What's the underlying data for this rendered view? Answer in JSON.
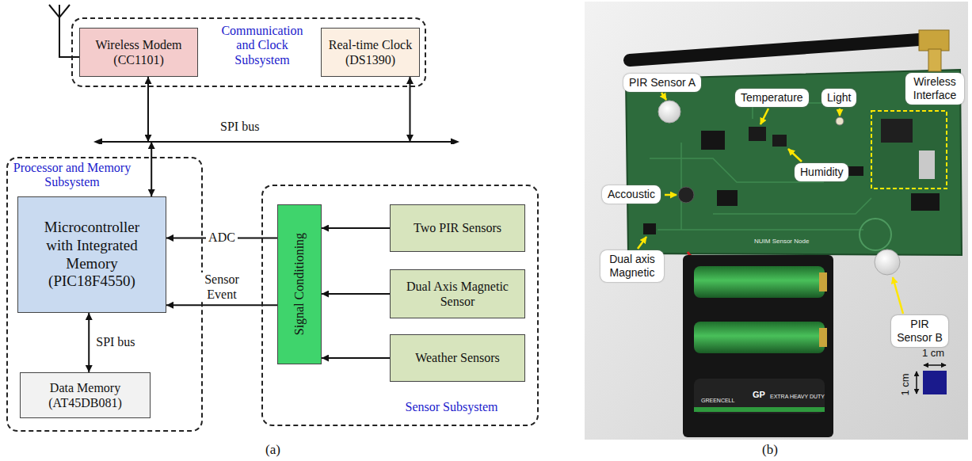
{
  "diagram": {
    "nodes": [
      {
        "text": [
          "Communication and Clock Subsystem"
        ]
      },
      {
        "text": [
          "Wireless Modem (CC1101)"
        ],
        "in": 0
      },
      {
        "text": [
          "Real-time Clock (DS1390)"
        ],
        "in": 0
      },
      {
        "text": [
          "SPI bus"
        ]
      },
      {
        "text": [
          "Processor and Memory Subsystem"
        ]
      },
      {
        "text": [
          "Microcontroller with Integrated Memory (PIC18F4550)"
        ],
        "in": 4
      },
      {
        "text": [
          "Data Memory (AT45DB081)"
        ],
        "in": 4
      },
      {
        "text": [
          "Sensor Subsystem"
        ]
      },
      {
        "text": [
          "Signal Conditioning"
        ],
        "in": 7
      },
      {
        "text": [
          "Two PIR Sensors"
        ],
        "in": 7
      },
      {
        "text": [
          "Dual Axis Magnetic Sensor"
        ],
        "in": 7
      },
      {
        "text": [
          "Weather Sensors"
        ],
        "in": 7
      }
    ],
    "edges": [
      {
        "from": 1,
        "to": 3,
        "arrow": "both"
      },
      {
        "from": 2,
        "to": 3,
        "arrow": "both"
      },
      {
        "from": 3,
        "to": 5,
        "arrow": "both"
      },
      {
        "from": 8,
        "to": 5,
        "label": "ADC",
        "arrow": "to"
      },
      {
        "from": 8,
        "to": 5,
        "label": "Sensor Event",
        "arrow": "to"
      },
      {
        "from": 5,
        "to": 6,
        "label": "SPI bus",
        "arrow": "both"
      },
      {
        "from": 9,
        "to": 8,
        "arrow": "to"
      },
      {
        "from": 10,
        "to": 8,
        "arrow": "to"
      },
      {
        "from": 11,
        "to": 8,
        "arrow": "to"
      }
    ],
    "labels": [
      "(a)",
      "PIR Sensor A",
      "Temperature",
      "Light",
      "Wireless Interface",
      "Accoustic",
      "Humidity",
      "Dual axis Magnetic",
      "PIR Sensor B",
      "NUIM Sensor Node",
      "GP",
      "EXTRA HEAVY DUTY",
      "GREENCELL",
      "1 cm",
      "1 cm",
      "(b)"
    ]
  }
}
